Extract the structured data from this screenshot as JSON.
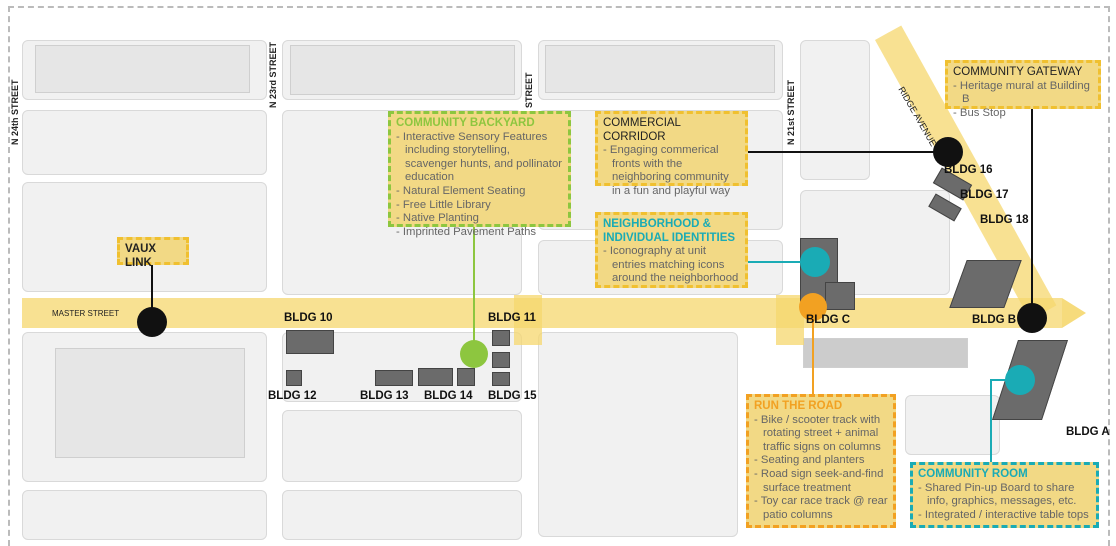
{
  "streets": {
    "n24": "N 24th STREET",
    "n23": "N 23rd STREET",
    "n22": "STREET",
    "n21": "N 21st STREET",
    "ridge": "RIDGE AVENUE",
    "master": "MASTER STREET"
  },
  "buildings": {
    "b10": "BLDG 10",
    "b11": "BLDG 11",
    "b12": "BLDG 12",
    "b13": "BLDG 13",
    "b14": "BLDG 14",
    "b15": "BLDG 15",
    "bc": "BLDG C",
    "bb": "BLDG B",
    "ba": "BLDG A",
    "b16": "BLDG 16",
    "b17": "BLDG 17",
    "b18": "BLDG 18"
  },
  "colors": {
    "yellow": "#f2d985",
    "green": "#8dc63f",
    "teal": "#1aabb5",
    "orange": "#f2a122",
    "black": "#111111"
  },
  "callouts": {
    "vaux": {
      "title": "VAUX LINK"
    },
    "backyard": {
      "title": "COMMUNITY BACKYARD",
      "items": [
        "Interactive Sensory Features including storytelling, scavenger hunts, and pollinator education",
        "Natural Element Seating",
        "Free Little Library",
        "Native Planting",
        "Imprinted Pavement Paths"
      ]
    },
    "commercial": {
      "title": "COMMERCIAL CORRIDOR",
      "items": [
        "Engaging commerical fronts with the neighboring community in a fun and playful way"
      ]
    },
    "identities": {
      "title": "NEIGHBORHOOD & INDIVIDUAL IDENTITIES",
      "items": [
        "Iconography at unit entries matching icons around the neighborhood"
      ]
    },
    "gateway": {
      "title": "COMMUNITY GATEWAY",
      "items": [
        "Heritage mural at Building B",
        "Bus Stop"
      ]
    },
    "road": {
      "title": "RUN THE ROAD",
      "items": [
        "Bike / scooter track with rotating street + animal traffic signs on columns",
        "Seating and planters",
        "Road sign seek-and-find surface treatment",
        "Toy car race track @ rear patio columns"
      ]
    },
    "room": {
      "title": "COMMUNITY ROOM",
      "items": [
        "Shared Pin-up Board to share info, graphics, messages, etc.",
        "Integrated / interactive table tops"
      ]
    }
  }
}
